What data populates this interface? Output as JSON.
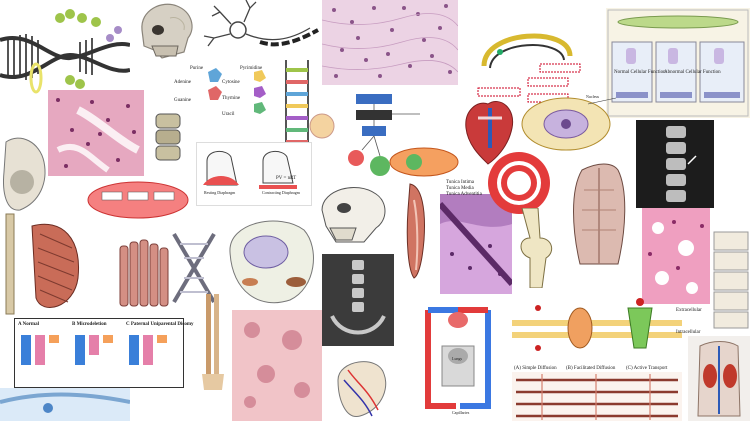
{
  "base_pairs": {
    "purines_heading": "Purine",
    "pyrimidines_heading": "Pyrimidine",
    "adenine": "Adenine",
    "guanine": "Guanine",
    "cytosine": "Cytosine",
    "thymine": "Thymine",
    "uracil": "Uracil"
  },
  "diaphragm": {
    "left_caption": "Resting Diaphragm",
    "right_caption": "Contracting Diaphragm",
    "formula": "PV = nRT"
  },
  "artery": {
    "tunica_intima": "Tunica Intima",
    "tunica_media": "Tunica Media",
    "tunica_adventitia": "Tunica Adventitia"
  },
  "membrane_transport": {
    "extracellular": "Extracellular",
    "intracellular": "Intracellular",
    "simple": "(A) Simple Diffusion",
    "facilitated": "(B) Facilitated Diffusion",
    "active": "(C) Active Transport"
  },
  "cell_function": {
    "normal": "Normal Cellular Function",
    "abnormal": "Abnormal Cellular Function"
  },
  "pulmonary": {
    "capillaries": "Capillaries",
    "lungs": "Lungs"
  },
  "sarcomere_chart": {
    "normal": "A Normal",
    "microdeletion": "B Microdeletion",
    "paternal": "C Paternal Uniparental Disomy"
  },
  "cell_parts": {
    "nucleus": "Nucleus"
  },
  "colors": {
    "tissue_pink": "#e8a9c2",
    "tissue_purple": "#8b4a8e",
    "muscle_red": "#c8604f",
    "dna_green": "#9ec44a",
    "vessel_red": "#e23b3b",
    "vessel_blue": "#3b78e2"
  }
}
